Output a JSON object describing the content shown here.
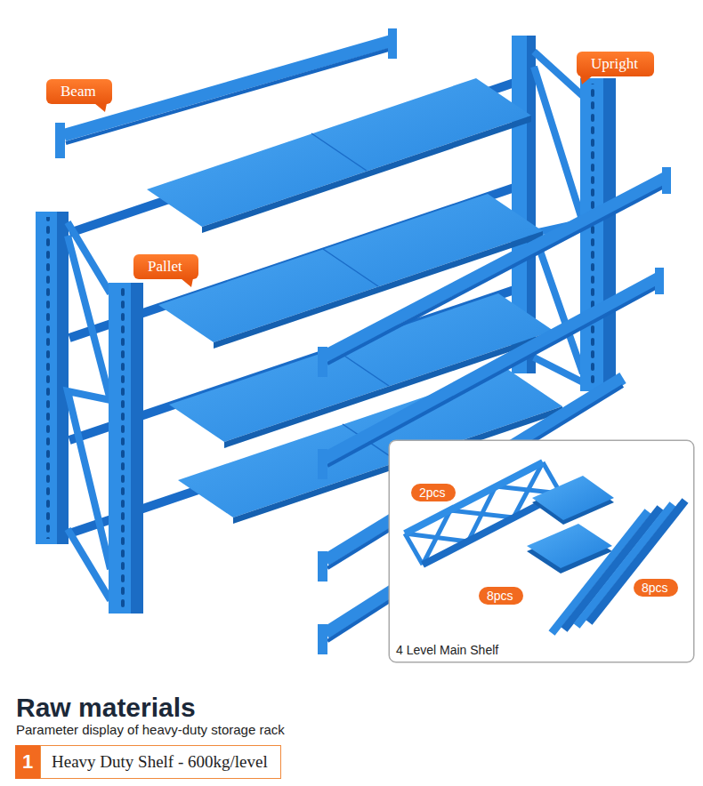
{
  "diagram": {
    "title": "Raw materials",
    "nodes": [
      {
        "text": [
          "Upright"
        ]
      },
      {
        "text": [
          "Beam"
        ]
      },
      {
        "text": [
          "Pallet"
        ]
      },
      {
        "text": [
          "4 Level Main Shelf"
        ]
      },
      {
        "text": [
          "2pcs"
        ],
        "in": 3
      },
      {
        "text": [
          "8pcs"
        ],
        "in": 3
      },
      {
        "text": [
          "8pcs"
        ],
        "in": 3
      },
      {
        "text": [
          "1"
        ]
      },
      {
        "text": [
          "Heavy Duty Shelf - 600kg/level"
        ]
      }
    ],
    "labels": [
      "Parameter display of heavy-duty storage rack"
    ]
  }
}
